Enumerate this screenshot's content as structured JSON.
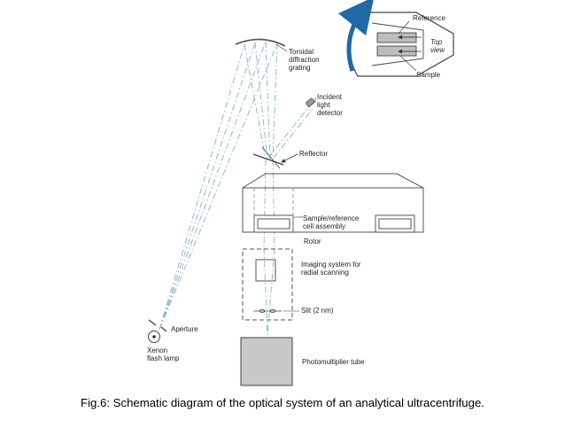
{
  "figure": {
    "labels": {
      "grating": "Toroidal\ndiffraction\ngrating",
      "detector": "Incident\nlight\ndetector",
      "reflector": "Reflector",
      "cell": "Sample/reference\ncell assembly",
      "rotor": "Rotor",
      "imaging": "Imaging system for\nradial scanning",
      "slit": "Slit (2 nm)",
      "aperture": "Aperture",
      "lamp": "Xenon\nflash lamp",
      "pmt": "Photomultiplier tube",
      "reference": "Reference",
      "top_view": "Top\nview",
      "sample": "Sample"
    },
    "caption": "Fig.6: Schematic diagram of the optical system of an analytical ultracentrifuge."
  },
  "colors": {
    "beam": "#7fb3c9",
    "line": "#555555",
    "arrow": "#1f6aa5",
    "pmt_fill": "#c8c8c8"
  }
}
